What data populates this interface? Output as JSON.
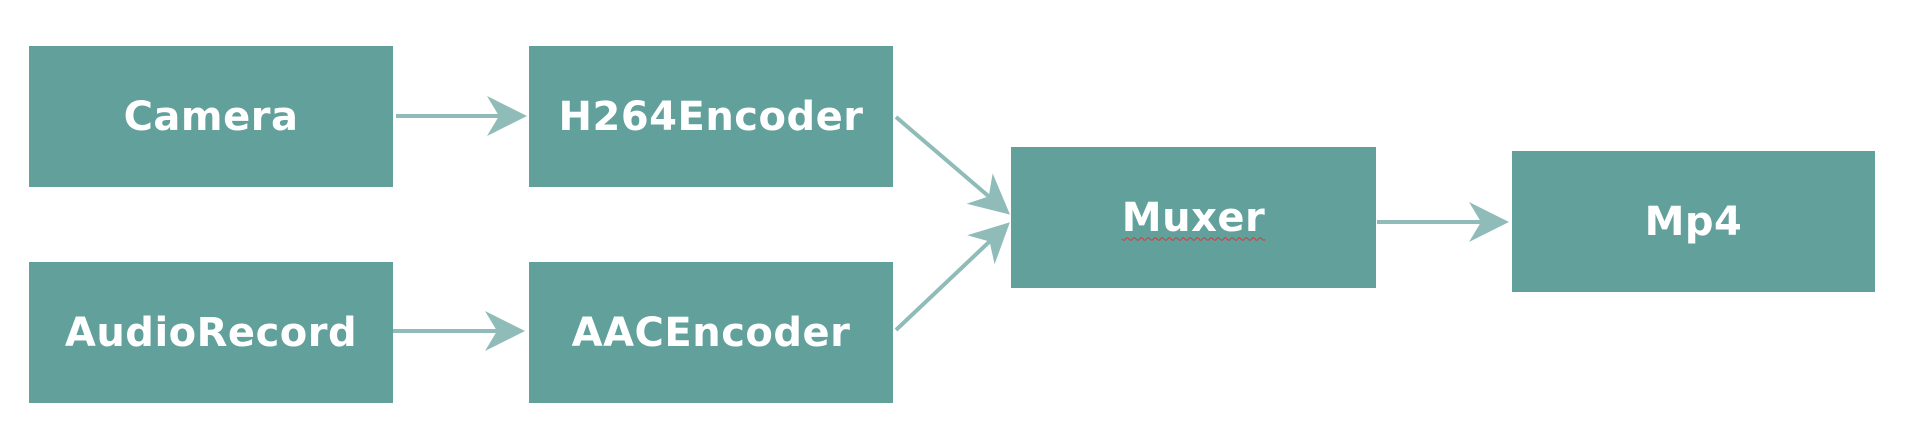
{
  "nodes": {
    "camera": "Camera",
    "h264_encoder": "H264Encoder",
    "audio_record": "AudioRecord",
    "aac_encoder": "AACEncoder",
    "muxer": "Muxer",
    "mp4": "Mp4"
  },
  "edges": [
    {
      "from": "camera",
      "to": "h264_encoder"
    },
    {
      "from": "audio_record",
      "to": "aac_encoder"
    },
    {
      "from": "h264_encoder",
      "to": "muxer"
    },
    {
      "from": "aac_encoder",
      "to": "muxer"
    },
    {
      "from": "muxer",
      "to": "mp4"
    }
  ],
  "colors": {
    "node_fill": "#62a09c",
    "node_text": "#ffffff",
    "edge": "#8fbcb8",
    "spellcheck_underline": "#d23a3a"
  }
}
